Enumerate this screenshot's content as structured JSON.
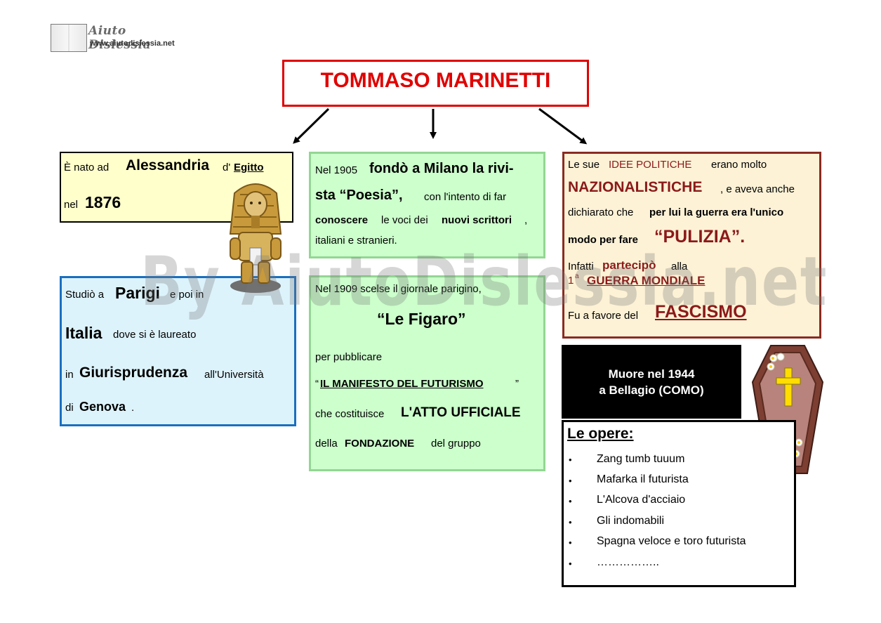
{
  "logo": {
    "brand": "Aiuto Dislessia",
    "url": "www.aiutodislessia.net"
  },
  "title": "TOMMASO MARINETTI",
  "box_birth": {
    "nato": "È nato ad",
    "city": "Alessandria",
    "d": "d'",
    "country": "Egitto",
    "nel": "nel",
    "year": "1876"
  },
  "box_study": {
    "studio": "Studiò a",
    "parigi": "Parigi",
    "epoi": "e poi in",
    "italia": "Italia",
    "laureato": "dove si è laureato",
    "in": "in",
    "giuris": "Giurisprudenza",
    "univ": "all'Università",
    "di": "di",
    "genova": "Genova",
    "dot": "."
  },
  "box_1905": {
    "nel": "Nel 1905",
    "fondo": "fondò a Milano la rivi-",
    "sta": "sta “Poesia”,",
    "intento": "con l'intento di far",
    "conoscere": "conoscere",
    "voci": "le voci dei",
    "nuovi": "nuovi scrittori",
    "comma": ",",
    "italiani": "italiani e stranieri."
  },
  "box_1909": {
    "nel": "Nel 1909 scelse il giornale parigino,",
    "figaro": "“Le Figaro”",
    "per": "per pubblicare",
    "q1": "“",
    "manifesto": "IL MANIFESTO DEL FUTURISMO",
    "q2": "”",
    "costituisce": "che costituisce",
    "atto": "L'ATTO UFFICIALE",
    "della": "della",
    "fondazione": "FONDAZIONE",
    "gruppo": "del gruppo"
  },
  "box_politics": {
    "le_sue": "Le sue",
    "idee": "IDEE POLITICHE",
    "erano": "erano molto",
    "nazion": "NAZIONALISTICHE",
    "aveva": ", e aveva anche",
    "dichiarato": "dichiarato che",
    "perlui": "per lui la guerra era l'unico",
    "modo": "modo per fare",
    "pulizia": "“PULIZIA”.",
    "infatti": "Infatti",
    "partecipo": "partecipò",
    "alla": "alla",
    "uno": "1",
    "sup": "a",
    "guerra": "GUERRA MONDIALE",
    "fu": "Fu a favore del",
    "fascismo": "FASCISMO"
  },
  "box_death": {
    "line1": "Muore nel 1944",
    "line2": "a Bellagio (COMO)"
  },
  "opere": {
    "heading": "Le opere:",
    "items": [
      "Zang tumb tuuum",
      "Mafarka il futurista",
      "L'Alcova d'acciaio",
      "Gli indomabili",
      "Spagna veloce e toro futurista",
      "…………….."
    ]
  },
  "watermark": "By AiutoDislessia.net",
  "colors": {
    "title_red": "#e00000",
    "dark_red": "#8b1a1a",
    "green_bg": "#ccffcc",
    "blue_border": "#1a6fc0"
  },
  "icons": [
    "book-logo-icon",
    "pharaoh-icon",
    "coffin-icon"
  ]
}
